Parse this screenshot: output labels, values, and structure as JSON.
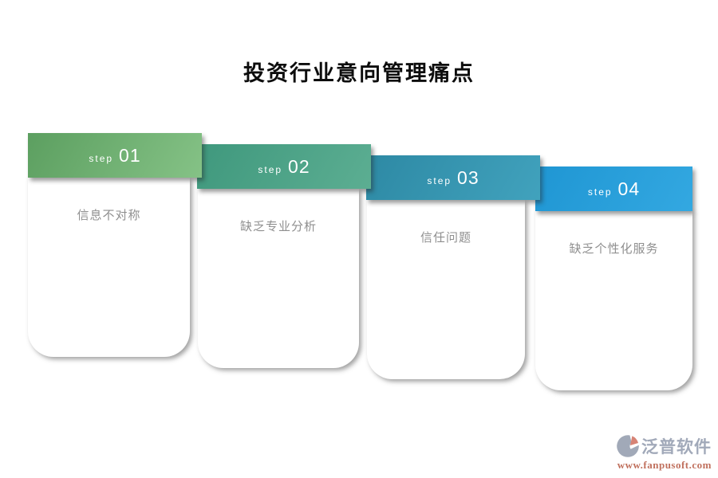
{
  "title": "投资行业意向管理痛点",
  "steps": [
    {
      "label": "step",
      "number": "01",
      "pain": "信息不对称",
      "gradient_start": "#5c9f60",
      "gradient_end": "#85c286"
    },
    {
      "label": "step",
      "number": "02",
      "pain": "缺乏专业分析",
      "gradient_start": "#3f987d",
      "gradient_end": "#5cae92"
    },
    {
      "label": "step",
      "number": "03",
      "pain": "信任问题",
      "gradient_start": "#2d89a4",
      "gradient_end": "#41a2bd"
    },
    {
      "label": "step",
      "number": "04",
      "pain": "缺乏个性化服务",
      "gradient_start": "#1f96d3",
      "gradient_end": "#33a8e1"
    }
  ],
  "watermark": {
    "brand": "泛普软件",
    "website": "www.fanpusoft.com",
    "brand_color": "#9aa2b4",
    "website_color": "#bb6450",
    "icon": "fanpu-logo-icon",
    "icon_primary_color": "#9aa2b2",
    "icon_accent_color": "#d4796a"
  }
}
